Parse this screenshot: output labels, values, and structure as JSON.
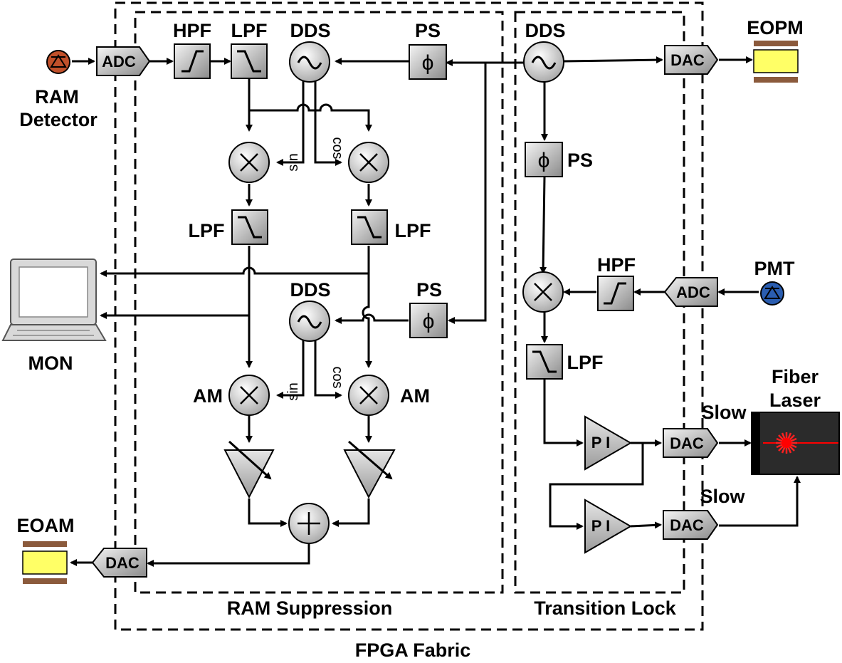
{
  "colors": {
    "block_light": "#f2f2f2",
    "block_dark": "#8c8c8c",
    "eom_yellow": "#ffff66",
    "eom_brown": "#8b5a3c",
    "laser_red": "#ff0000",
    "detector_red": "#c0502a",
    "pmt_blue": "#2a5db0"
  },
  "icons": {
    "bandpass_filter": "filter-icon",
    "oscillator": "sine-wave-icon",
    "phase_shift": "phi-icon",
    "mixer": "multiply-icon",
    "adder": "plus-icon",
    "photodiode": "photodiode-icon",
    "monitor": "computer-monitor-icon",
    "laser": "laser-starburst-icon"
  },
  "regions": {
    "fpga": "FPGA Fabric",
    "ram": "RAM Suppression",
    "lock": "Transition Lock"
  },
  "labels": {
    "ram_detector_line1": "RAM",
    "ram_detector_line2": "Detector",
    "adc": "ADC",
    "dac": "DAC",
    "hpf": "HPF",
    "lpf": "LPF",
    "dds": "DDS",
    "ps": "PS",
    "phi": "ϕ",
    "sin": "sin",
    "cos": "cos",
    "am": "AM",
    "mon": "MON",
    "eoam": "EOAM",
    "eopm": "EOPM",
    "pmt": "PMT",
    "pi": "P I",
    "slow": "Slow",
    "fiber_laser_line1": "Fiber",
    "fiber_laser_line2": "Laser"
  }
}
